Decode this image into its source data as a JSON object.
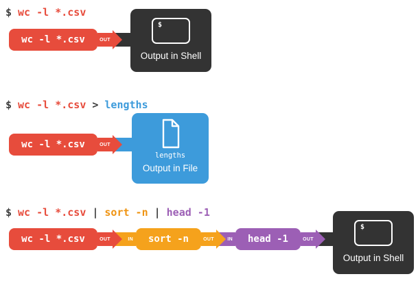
{
  "palette": {
    "red": "#e74c3c",
    "orange": "#f5a21c",
    "purple": "#9c5fb5",
    "blue": "#3d9bdb",
    "dark": "#333333",
    "ink": "#3d3d3d"
  },
  "rows": [
    {
      "command": {
        "prompt": "$",
        "part1": "wc -l *.csv"
      },
      "blocks": [
        {
          "label": "wc -l *.csv",
          "out": "OUT"
        }
      ],
      "output": {
        "kind": "shell",
        "prompt": "$",
        "caption": "Output in Shell"
      }
    },
    {
      "command": {
        "prompt": "$",
        "part1": "wc -l *.csv",
        "operator": ">",
        "part2": "lengths"
      },
      "blocks": [
        {
          "label": "wc -l *.csv",
          "out": "OUT"
        }
      ],
      "output": {
        "kind": "file",
        "filename": "lengths",
        "caption": "Output in File"
      }
    },
    {
      "command": {
        "prompt": "$",
        "part1": "wc -l *.csv",
        "operator1": "|",
        "part2": "sort -n",
        "operator2": "|",
        "part3": "head -1"
      },
      "blocks": [
        {
          "label": "wc -l *.csv",
          "out": "OUT"
        },
        {
          "in": "IN",
          "label": "sort -n",
          "out": "OUT"
        },
        {
          "in": "IN",
          "label": "head -1",
          "out": "OUT"
        }
      ],
      "output": {
        "kind": "shell",
        "prompt": "$",
        "caption": "Output in Shell"
      }
    }
  ]
}
